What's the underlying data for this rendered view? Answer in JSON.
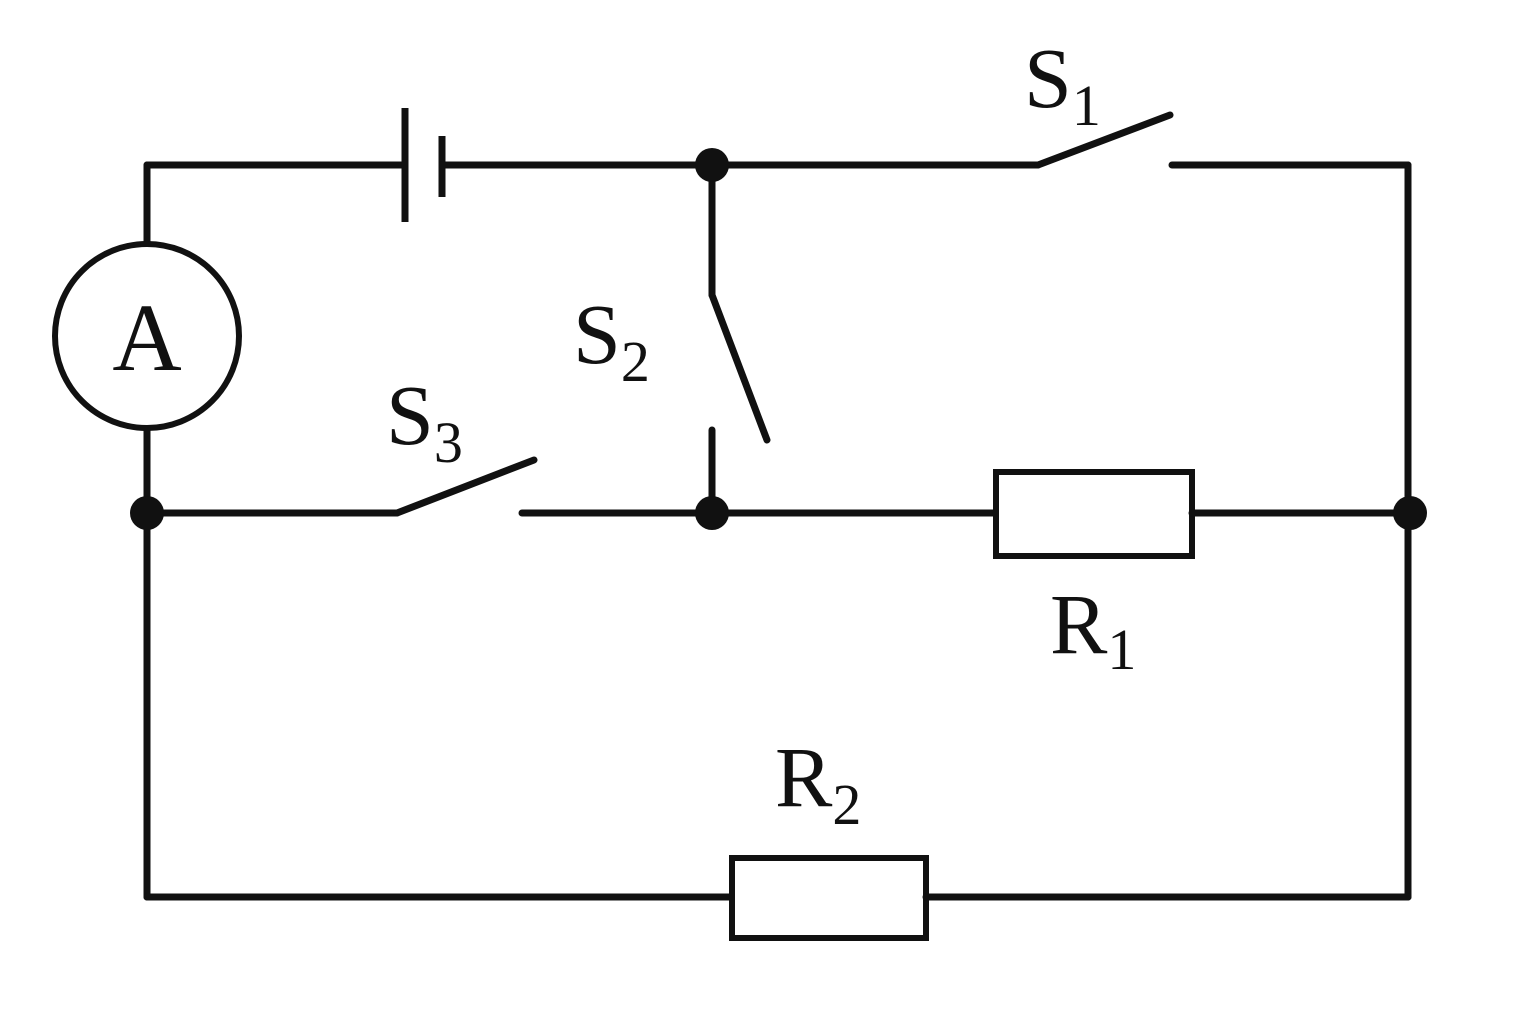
{
  "diagram": {
    "ammeter": {
      "label": "A"
    },
    "switches": [
      {
        "id": "s1",
        "letter": "S",
        "sub": "1"
      },
      {
        "id": "s2",
        "letter": "S",
        "sub": "2"
      },
      {
        "id": "s3",
        "letter": "S",
        "sub": "3"
      }
    ],
    "resistors": [
      {
        "id": "r1",
        "letter": "R",
        "sub": "1"
      },
      {
        "id": "r2",
        "letter": "R",
        "sub": "2"
      }
    ],
    "colors": {
      "line": "#111111",
      "background": "#ffffff"
    }
  }
}
